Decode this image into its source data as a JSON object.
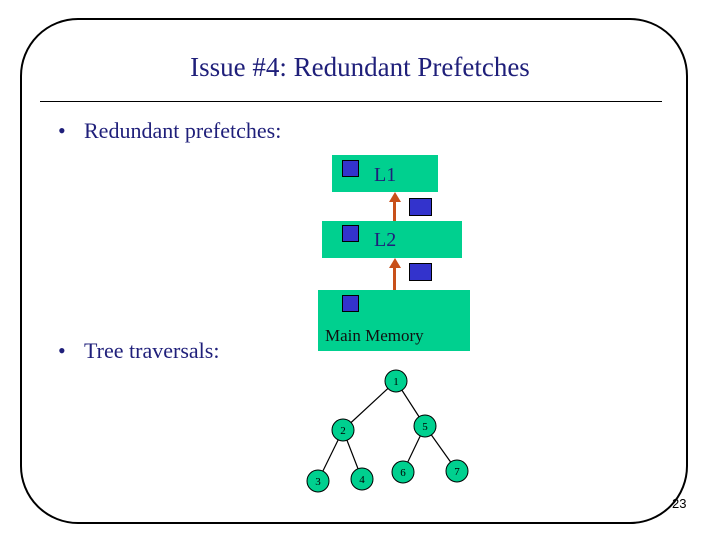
{
  "slide": {
    "title": "Issue #4: Redundant Prefetches",
    "bullets": [
      {
        "marker": "•",
        "text": "Redundant prefetches:"
      },
      {
        "marker": "•",
        "text": "Tree traversals:"
      }
    ],
    "page_number": "23"
  },
  "hierarchy": {
    "l1_label": "L1",
    "l2_label": "L2",
    "memory_label": "Main Memory"
  },
  "tree": {
    "nodes": [
      {
        "id": "1",
        "label": "1"
      },
      {
        "id": "2",
        "label": "2"
      },
      {
        "id": "5",
        "label": "5"
      },
      {
        "id": "3",
        "label": "3"
      },
      {
        "id": "4",
        "label": "4"
      },
      {
        "id": "6",
        "label": "6"
      },
      {
        "id": "7",
        "label": "7"
      }
    ],
    "edges": [
      [
        "1",
        "2"
      ],
      [
        "1",
        "5"
      ],
      [
        "2",
        "3"
      ],
      [
        "2",
        "4"
      ],
      [
        "5",
        "6"
      ],
      [
        "5",
        "7"
      ]
    ]
  },
  "colors": {
    "cache_fill": "#00d08f",
    "block_fill": "#3333cc",
    "arrow": "#c8501a",
    "title_text": "#1f1f7a"
  }
}
